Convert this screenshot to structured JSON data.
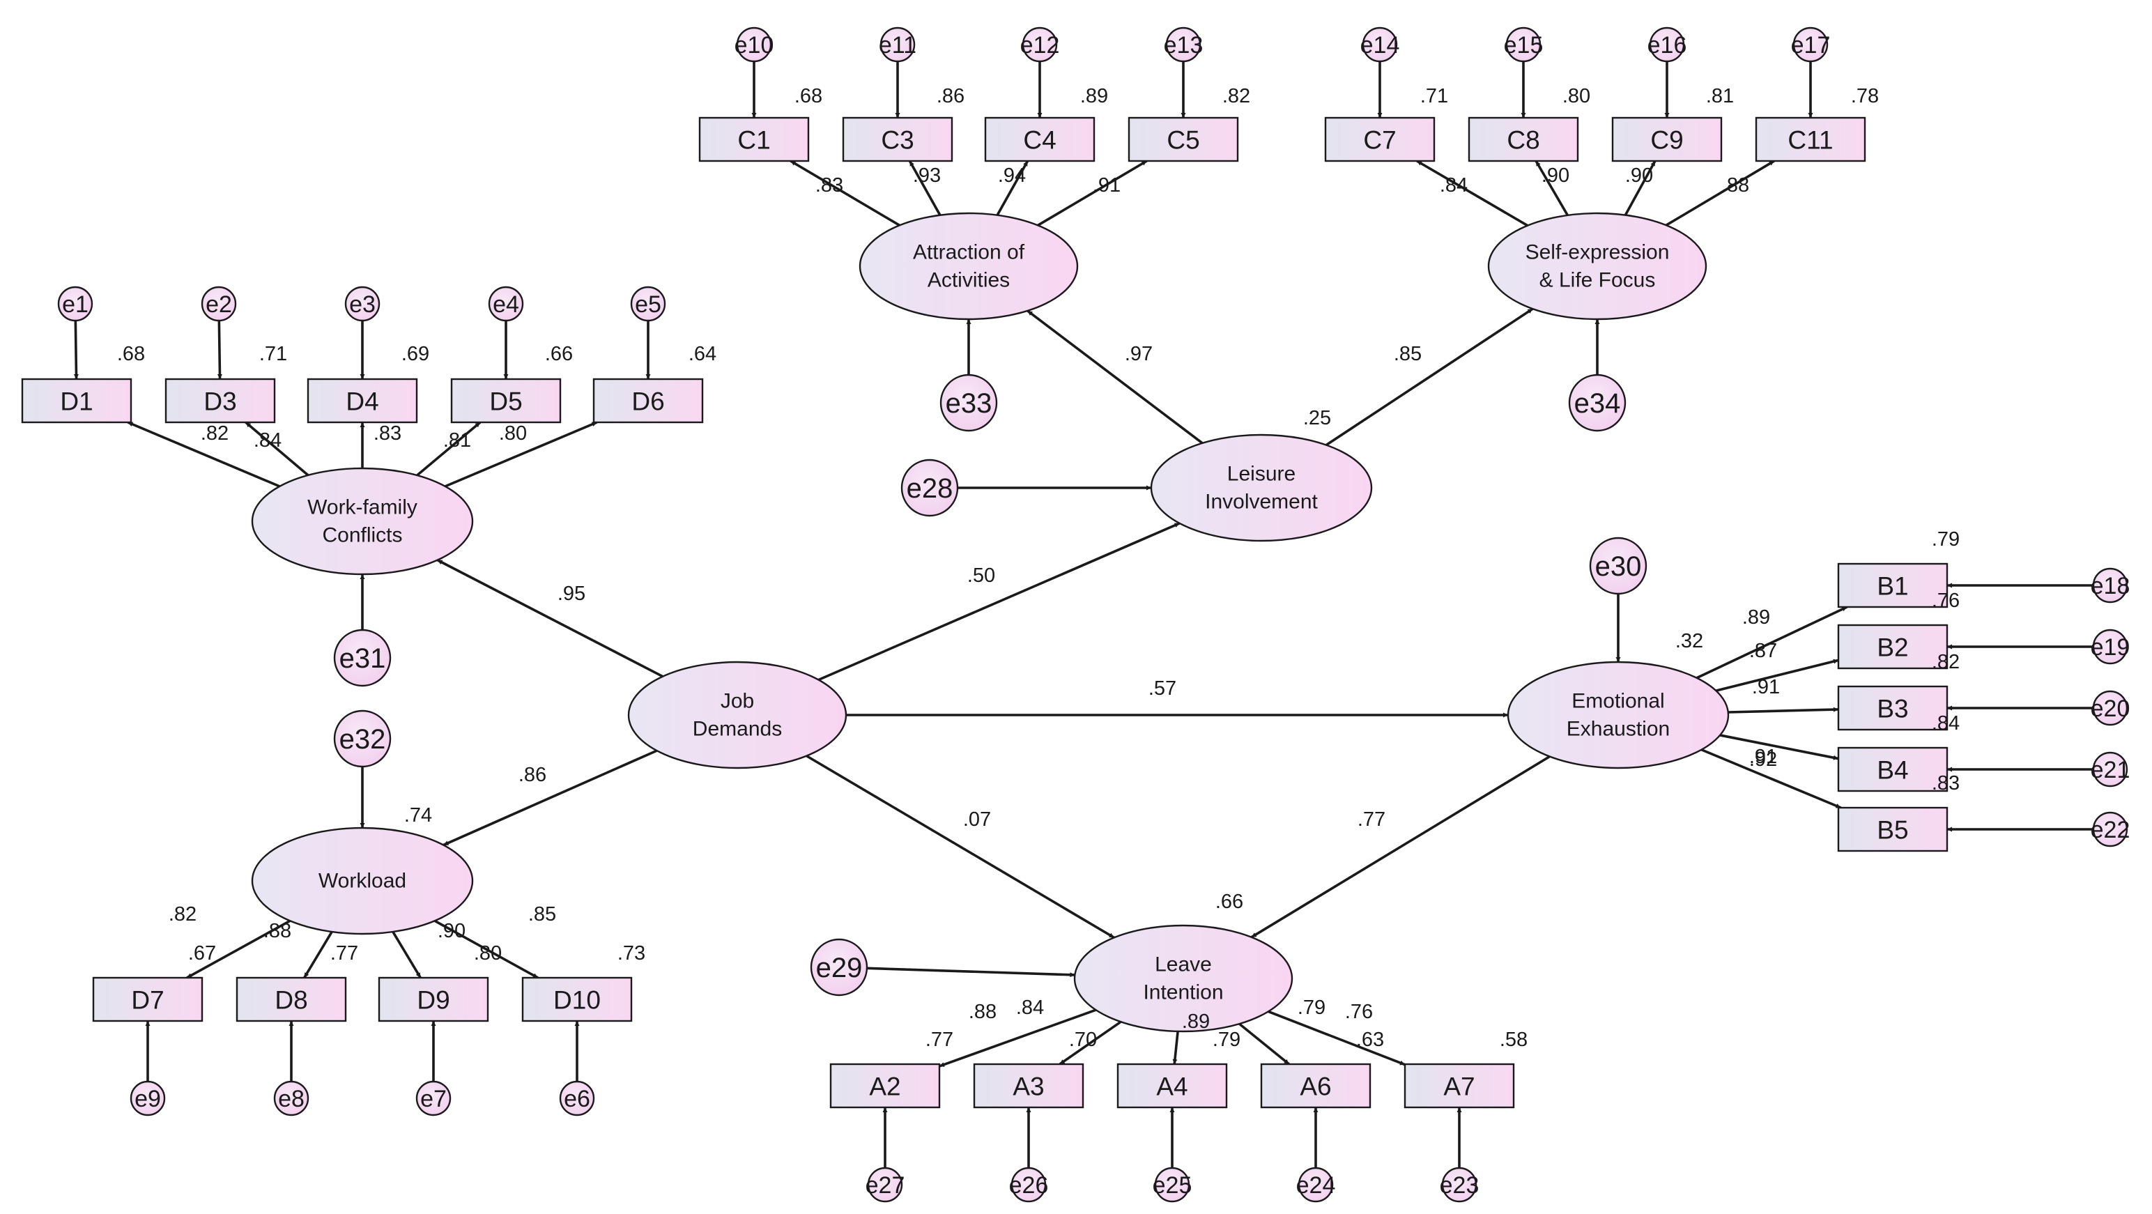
{
  "colors": {
    "box_fill_left": "#e2e4ef",
    "box_fill_right": "#f9d8f1",
    "ellipse_fill_left": "#e8e6f3",
    "ellipse_fill_right": "#f9d6f2",
    "stroke": "#1a1a1a"
  },
  "observed": [
    {
      "id": "D1",
      "label": "D1"
    },
    {
      "id": "D3",
      "label": "D3"
    },
    {
      "id": "D4",
      "label": "D4"
    },
    {
      "id": "D5",
      "label": "D5"
    },
    {
      "id": "D6",
      "label": "D6"
    },
    {
      "id": "C1",
      "label": "C1"
    },
    {
      "id": "C3",
      "label": "C3"
    },
    {
      "id": "C4",
      "label": "C4"
    },
    {
      "id": "C5",
      "label": "C5"
    },
    {
      "id": "C7",
      "label": "C7"
    },
    {
      "id": "C8",
      "label": "C8"
    },
    {
      "id": "C9",
      "label": "C9"
    },
    {
      "id": "C11",
      "label": "C11"
    },
    {
      "id": "B1",
      "label": "B1"
    },
    {
      "id": "B2",
      "label": "B2"
    },
    {
      "id": "B3",
      "label": "B3"
    },
    {
      "id": "B4",
      "label": "B4"
    },
    {
      "id": "B5",
      "label": "B5"
    },
    {
      "id": "D7",
      "label": "D7"
    },
    {
      "id": "D8",
      "label": "D8"
    },
    {
      "id": "D9",
      "label": "D9"
    },
    {
      "id": "D10",
      "label": "D10"
    },
    {
      "id": "A2",
      "label": "A2"
    },
    {
      "id": "A3",
      "label": "A3"
    },
    {
      "id": "A4",
      "label": "A4"
    },
    {
      "id": "A6",
      "label": "A6"
    },
    {
      "id": "A7",
      "label": "A7"
    }
  ],
  "latent": [
    {
      "id": "wfc",
      "lines": [
        "Work-family",
        "Conflicts"
      ]
    },
    {
      "id": "act",
      "lines": [
        "Attraction of",
        "Activities"
      ]
    },
    {
      "id": "sel",
      "lines": [
        "Self-expression",
        "& Life Focus"
      ]
    },
    {
      "id": "lei",
      "lines": [
        "Leisure",
        "Involvement"
      ]
    },
    {
      "id": "job",
      "lines": [
        "Job",
        "Demands"
      ]
    },
    {
      "id": "emo",
      "lines": [
        "Emotional",
        "Exhaustion"
      ]
    },
    {
      "id": "wl",
      "lines": [
        "Workload"
      ]
    },
    {
      "id": "lea",
      "lines": [
        "Leave",
        "Intention"
      ]
    }
  ],
  "errors": [
    {
      "id": "e1",
      "label": "e1",
      "to": "D1"
    },
    {
      "id": "e2",
      "label": "e2",
      "to": "D3"
    },
    {
      "id": "e3",
      "label": "e3",
      "to": "D4"
    },
    {
      "id": "e4",
      "label": "e4",
      "to": "D5"
    },
    {
      "id": "e5",
      "label": "e5",
      "to": "D6"
    },
    {
      "id": "e10",
      "label": "e10",
      "to": "C1"
    },
    {
      "id": "e11",
      "label": "e11",
      "to": "C3"
    },
    {
      "id": "e12",
      "label": "e12",
      "to": "C4"
    },
    {
      "id": "e13",
      "label": "e13",
      "to": "C5"
    },
    {
      "id": "e14",
      "label": "e14",
      "to": "C7"
    },
    {
      "id": "e15",
      "label": "e15",
      "to": "C8"
    },
    {
      "id": "e16",
      "label": "e16",
      "to": "C9"
    },
    {
      "id": "e17",
      "label": "e17",
      "to": "C11"
    },
    {
      "id": "e18",
      "label": "e18",
      "to": "B1"
    },
    {
      "id": "e19",
      "label": "e19",
      "to": "B2"
    },
    {
      "id": "e20",
      "label": "e20",
      "to": "B3"
    },
    {
      "id": "e21",
      "label": "e21",
      "to": "B4"
    },
    {
      "id": "e22",
      "label": "e22",
      "to": "B5"
    },
    {
      "id": "e9",
      "label": "e9",
      "to": "D7"
    },
    {
      "id": "e8",
      "label": "e8",
      "to": "D8"
    },
    {
      "id": "e7",
      "label": "e7",
      "to": "D9"
    },
    {
      "id": "e6",
      "label": "e6",
      "to": "D10"
    },
    {
      "id": "e27",
      "label": "e27",
      "to": "A2"
    },
    {
      "id": "e26",
      "label": "e26",
      "to": "A3"
    },
    {
      "id": "e25",
      "label": "e25",
      "to": "A4"
    },
    {
      "id": "e24",
      "label": "e24",
      "to": "A6"
    },
    {
      "id": "e23",
      "label": "e23",
      "to": "A7"
    },
    {
      "id": "e31",
      "label": "e31",
      "to": "wfc"
    },
    {
      "id": "e32",
      "label": "e32",
      "to": "wl"
    },
    {
      "id": "e33",
      "label": "e33",
      "to": "act"
    },
    {
      "id": "e34",
      "label": "e34",
      "to": "sel"
    },
    {
      "id": "e28",
      "label": "e28",
      "to": "lei"
    },
    {
      "id": "e29",
      "label": "e29",
      "to": "lea"
    },
    {
      "id": "e30",
      "label": "e30",
      "to": "emo"
    }
  ],
  "structural_paths": [
    {
      "from": "job",
      "to": "wfc",
      "coef": ".95"
    },
    {
      "from": "job",
      "to": "wl",
      "coef": ".86"
    },
    {
      "from": "job",
      "to": "lei",
      "coef": ".50"
    },
    {
      "from": "job",
      "to": "emo",
      "coef": ".57"
    },
    {
      "from": "job",
      "to": "lea",
      "coef": ".07"
    },
    {
      "from": "lei",
      "to": "act",
      "coef": ".97"
    },
    {
      "from": "lei",
      "to": "sel",
      "coef": ".85"
    },
    {
      "from": "emo",
      "to": "lea",
      "coef": ".77"
    }
  ],
  "loadings": [
    {
      "from": "wfc",
      "to": "D1",
      "coef": ".82"
    },
    {
      "from": "wfc",
      "to": "D3",
      "coef": ".84"
    },
    {
      "from": "wfc",
      "to": "D4",
      "coef": ".83"
    },
    {
      "from": "wfc",
      "to": "D5",
      "coef": ".81"
    },
    {
      "from": "wfc",
      "to": "D6",
      "coef": ".80"
    },
    {
      "from": "act",
      "to": "C1",
      "coef": ".83"
    },
    {
      "from": "act",
      "to": "C3",
      "coef": ".93"
    },
    {
      "from": "act",
      "to": "C4",
      "coef": ".94"
    },
    {
      "from": "act",
      "to": "C5",
      "coef": ".91"
    },
    {
      "from": "sel",
      "to": "C7",
      "coef": ".84"
    },
    {
      "from": "sel",
      "to": "C8",
      "coef": ".90"
    },
    {
      "from": "sel",
      "to": "C9",
      "coef": ".90"
    },
    {
      "from": "sel",
      "to": "C11",
      "coef": ".88"
    },
    {
      "from": "emo",
      "to": "B1",
      "coef": ".89"
    },
    {
      "from": "emo",
      "to": "B2",
      "coef": ".87"
    },
    {
      "from": "emo",
      "to": "B3",
      "coef": ".91"
    },
    {
      "from": "emo",
      "to": "B4",
      "coef": ".92"
    },
    {
      "from": "emo",
      "to": "B5",
      "coef": ".91"
    },
    {
      "from": "wl",
      "to": "D7",
      "coef": ".82"
    },
    {
      "from": "wl",
      "to": "D8",
      "coef": ".88"
    },
    {
      "from": "wl",
      "to": "D9",
      "coef": ".90"
    },
    {
      "from": "wl",
      "to": "D10",
      "coef": ".85"
    },
    {
      "from": "lea",
      "to": "A2",
      "coef": ".88"
    },
    {
      "from": "lea",
      "to": "A3",
      "coef": ".84"
    },
    {
      "from": "lea",
      "to": "A4",
      "coef": ".89"
    },
    {
      "from": "lea",
      "to": "A6",
      "coef": ".79"
    },
    {
      "from": "lea",
      "to": "A7",
      "coef": ".76"
    }
  ],
  "r_squared": [
    {
      "id": "D1",
      "value": ".68"
    },
    {
      "id": "D3",
      "value": ".71"
    },
    {
      "id": "D4",
      "value": ".69"
    },
    {
      "id": "D5",
      "value": ".66"
    },
    {
      "id": "D6",
      "value": ".64"
    },
    {
      "id": "C1",
      "value": ".68"
    },
    {
      "id": "C3",
      "value": ".86"
    },
    {
      "id": "C4",
      "value": ".89"
    },
    {
      "id": "C5",
      "value": ".82"
    },
    {
      "id": "C7",
      "value": ".71"
    },
    {
      "id": "C8",
      "value": ".80"
    },
    {
      "id": "C9",
      "value": ".81"
    },
    {
      "id": "C11",
      "value": ".78"
    },
    {
      "id": "B1",
      "value": ".79"
    },
    {
      "id": "B2",
      "value": ".76"
    },
    {
      "id": "B3",
      "value": ".82"
    },
    {
      "id": "B4",
      "value": ".84"
    },
    {
      "id": "B5",
      "value": ".83"
    },
    {
      "id": "D7",
      "value": ".67"
    },
    {
      "id": "D8",
      "value": ".77"
    },
    {
      "id": "D9",
      "value": ".80"
    },
    {
      "id": "D10",
      "value": ".73"
    },
    {
      "id": "A2",
      "value": ".77"
    },
    {
      "id": "A3",
      "value": ".70"
    },
    {
      "id": "A4",
      "value": ".79"
    },
    {
      "id": "A6",
      "value": ".63"
    },
    {
      "id": "A7",
      "value": ".58"
    },
    {
      "id": "lei",
      "value": ".25"
    },
    {
      "id": "emo",
      "value": ".32"
    },
    {
      "id": "wl",
      "value": ".74"
    },
    {
      "id": "lea",
      "value": ".66"
    }
  ]
}
